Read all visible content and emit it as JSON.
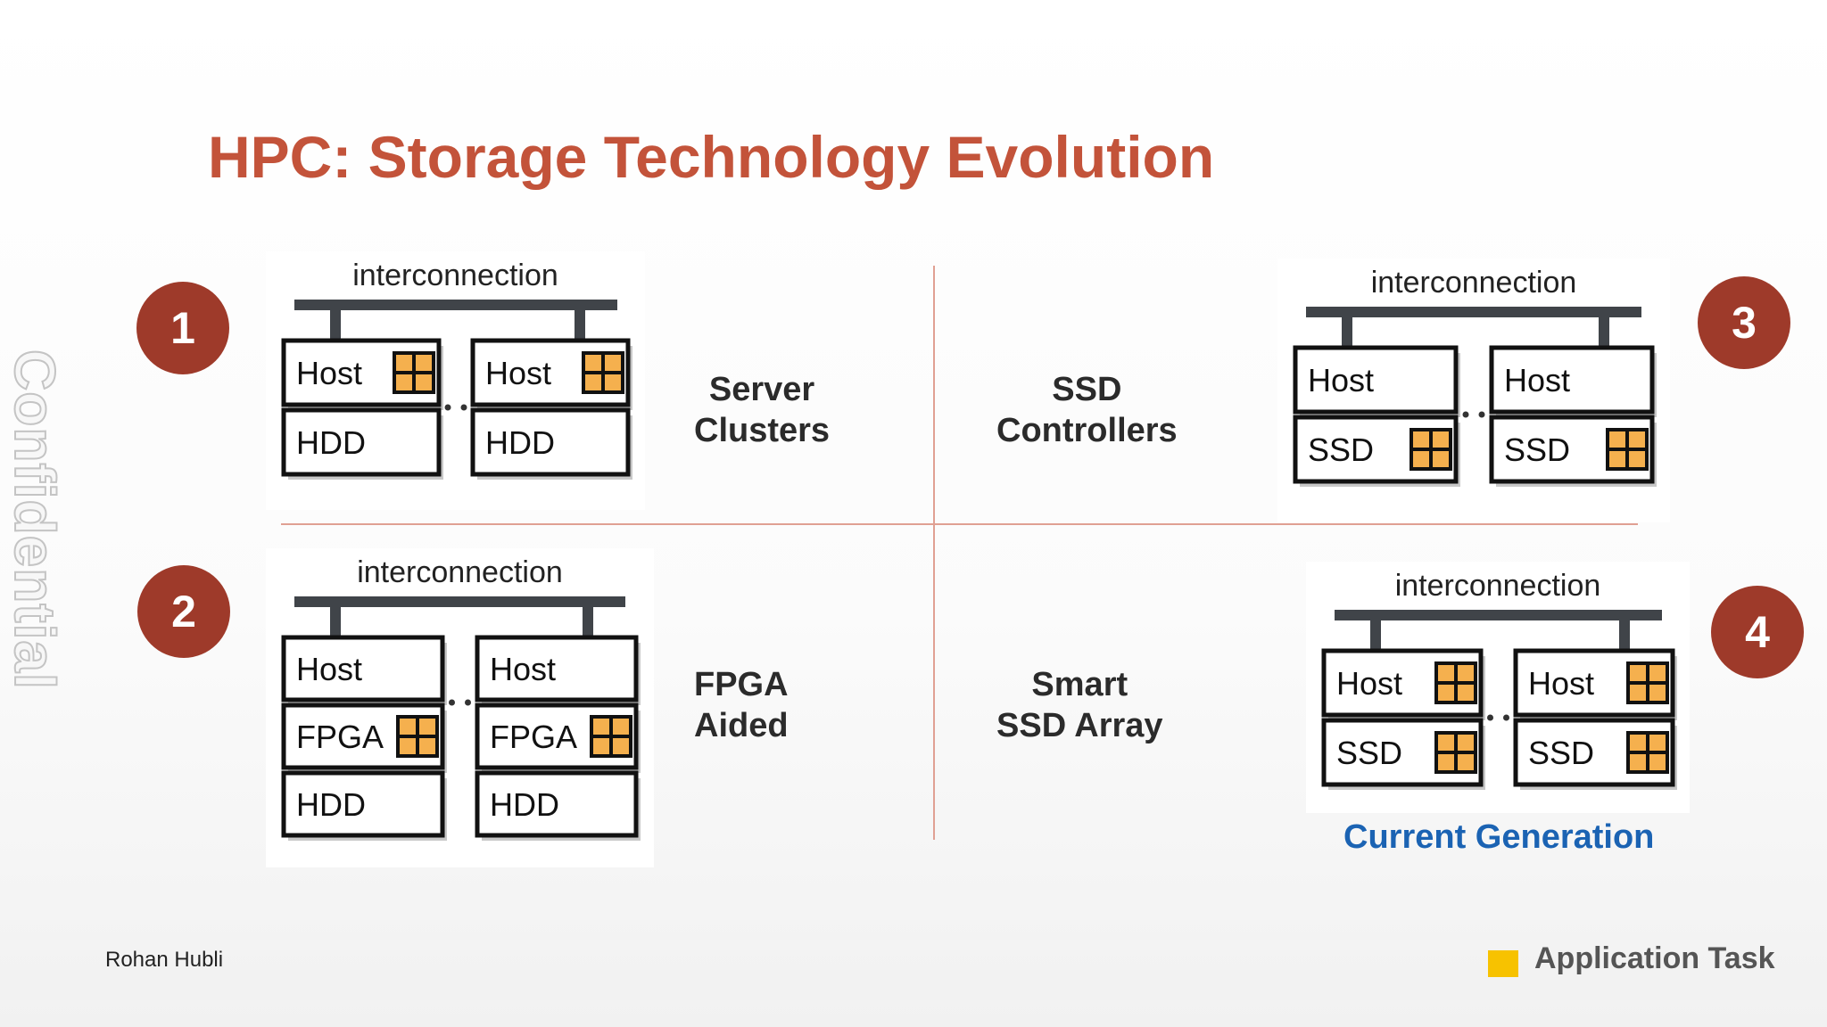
{
  "title": "HPC: Storage Technology Evolution",
  "watermark": "Confidential",
  "interconnect_label": "interconnection",
  "quadrants": [
    {
      "number": "1",
      "label_lines": [
        "Server",
        "Clusters"
      ],
      "nodes": [
        [
          {
            "text": "Host",
            "chip": true
          },
          {
            "text": "HDD",
            "chip": false
          }
        ],
        [
          {
            "text": "Host",
            "chip": true
          },
          {
            "text": "HDD",
            "chip": false
          }
        ]
      ]
    },
    {
      "number": "2",
      "label_lines": [
        "FPGA",
        "Aided"
      ],
      "nodes": [
        [
          {
            "text": "Host",
            "chip": false
          },
          {
            "text": "FPGA",
            "chip": true
          },
          {
            "text": "HDD",
            "chip": false
          }
        ],
        [
          {
            "text": "Host",
            "chip": false
          },
          {
            "text": "FPGA",
            "chip": true
          },
          {
            "text": "HDD",
            "chip": false
          }
        ]
      ]
    },
    {
      "number": "3",
      "label_lines": [
        "SSD",
        "Controllers"
      ],
      "nodes": [
        [
          {
            "text": "Host",
            "chip": false
          },
          {
            "text": "SSD",
            "chip": true
          }
        ],
        [
          {
            "text": "Host",
            "chip": false
          },
          {
            "text": "SSD",
            "chip": true
          }
        ]
      ]
    },
    {
      "number": "4",
      "label_lines": [
        "Smart",
        "SSD Array"
      ],
      "nodes": [
        [
          {
            "text": "Host",
            "chip": true
          },
          {
            "text": "SSD",
            "chip": true
          }
        ],
        [
          {
            "text": "Host",
            "chip": true
          },
          {
            "text": "SSD",
            "chip": true
          }
        ]
      ]
    }
  ],
  "current_generation": "Current Generation",
  "author": "Rohan Hubli",
  "legend_label": "Application Task",
  "colors": {
    "title": "#c3533a",
    "badge": "#9e3a2a",
    "chip_fill": "#f5b04e",
    "bus": "#404449",
    "accent_blue": "#1b63b3",
    "legend_swatch": "#f7c200"
  }
}
